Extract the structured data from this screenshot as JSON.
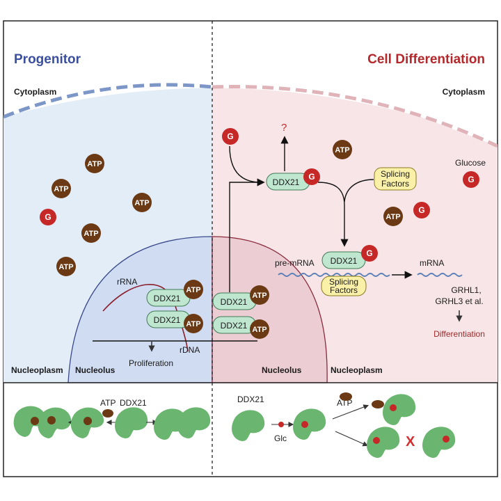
{
  "panels": {
    "left_title": "Progenitor",
    "right_title": "Cell Differentiation"
  },
  "labels": {
    "cytoplasm_left": "Cytoplasm",
    "cytoplasm_right": "Cytoplasm",
    "nucleoplasm_left": "Nucleoplasm",
    "nucleoplasm_right": "Nucleoplasm",
    "nucleolus_left": "Nucleolus",
    "nucleolus_right": "Nucleolus",
    "rrna": "rRNA",
    "rdna": "rDNA",
    "proliferation": "Proliferation",
    "glucose": "Glucose",
    "question": "?",
    "pre_mrna": "pre-mRNA",
    "mrna": "mRNA",
    "grhl_line1": "GRHL1,",
    "grhl_line2": "GRHL3 et al.",
    "differentiation": "Differentiation",
    "splicing_line1": "Splicing",
    "splicing_line2": "Factors"
  },
  "molecules": {
    "ddx21": "DDX21",
    "atp": "ATP",
    "g": "G"
  },
  "bottom": {
    "left_atp": "ATP",
    "left_ddx21": "DDX21",
    "right_ddx21": "DDX21",
    "glc": "Glc",
    "right_atp": "ATP",
    "x_mark": "X"
  },
  "colors": {
    "progenitor_title": "#3b4fa0",
    "differentiation_title": "#b4282c",
    "left_bg": "#e3edf8",
    "right_bg": "#f8e5e8",
    "ddx21_fill": "#bfe6cf",
    "atp_fill": "#6b3a15",
    "g_fill": "#c62828",
    "splicing_fill": "#faf0a8",
    "protein_green": "#6ab56f",
    "differentiation_text": "#9c2a2a"
  }
}
